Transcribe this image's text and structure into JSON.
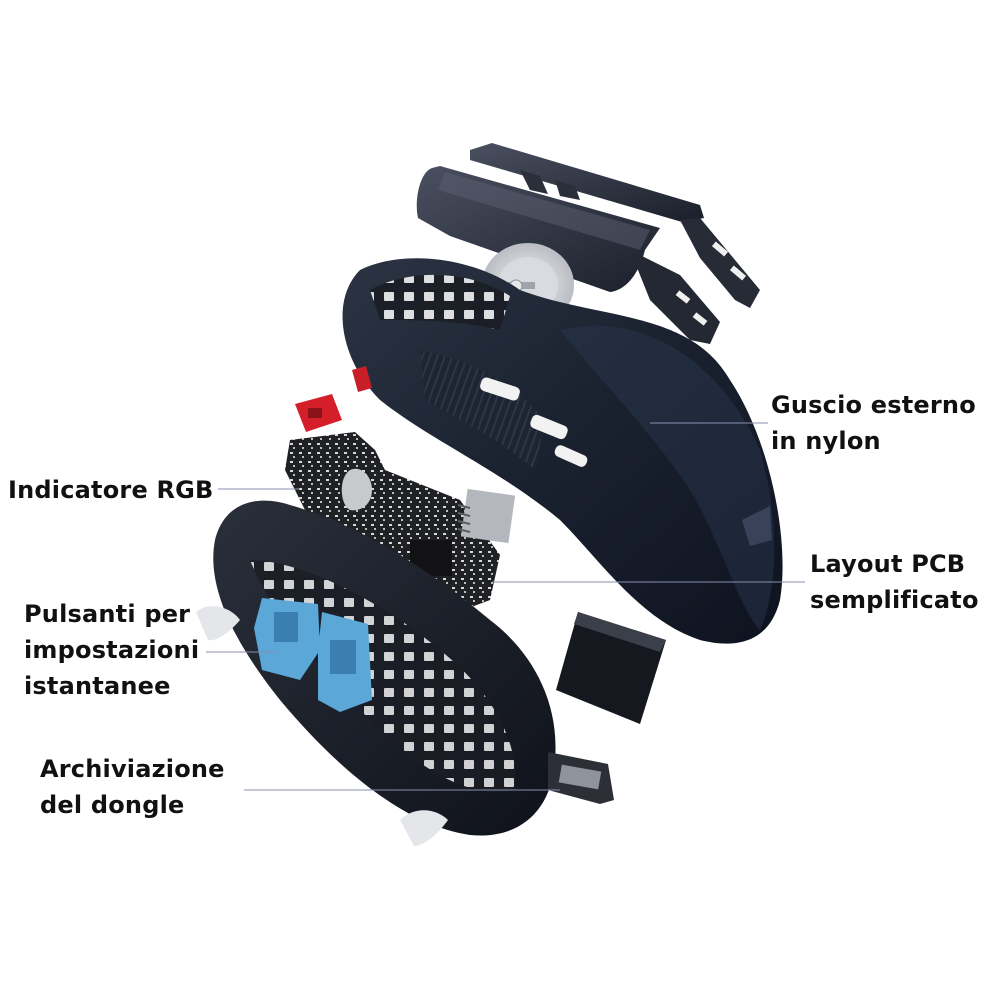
{
  "labels": {
    "shell": {
      "line1": "Guscio esterno",
      "line2": "in nylon"
    },
    "rgb": {
      "line1": "Indicatore RGB"
    },
    "pcb": {
      "line1": "Layout PCB",
      "line2": "semplificato"
    },
    "buttons": {
      "line1": "Pulsanti per",
      "line2": "impostazioni",
      "line3": "istantanee"
    },
    "dongle": {
      "line1": "Archiviazione",
      "line2": "del dongle"
    }
  },
  "colors": {
    "background": "#ffffff",
    "text": "#111111",
    "leader_line": "#8a8fb0",
    "shell": "#1a2130",
    "pcb": "#222222",
    "switch": "#d0202a",
    "blue_parts": "#5aa7d8"
  }
}
